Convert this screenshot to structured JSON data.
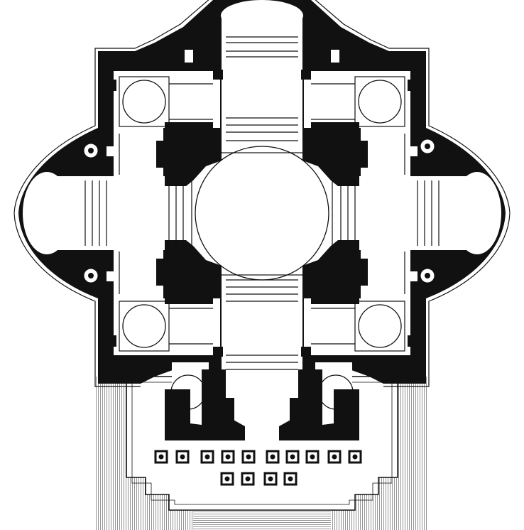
{
  "colors": {
    "ink": "#111111",
    "paper": "#ffffff"
  },
  "drawing": {
    "subject": "architectural-floor-plan",
    "symmetry": "bilateral-vertical",
    "interior": {
      "central_dome": 1,
      "corner_domes": 4,
      "spiral_stairs": 4,
      "crossing_piers": 4,
      "apses": 3
    },
    "portico": {
      "front_row_columns": 10,
      "back_row_columns": 4
    }
  }
}
